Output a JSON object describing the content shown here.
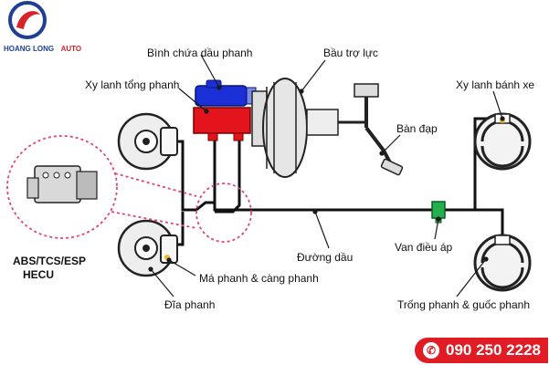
{
  "brand": {
    "name_part1": "HOANG LONG",
    "name_part2": "AUTO",
    "colors": {
      "blue": "#1f3f95",
      "red": "#d8232a"
    }
  },
  "labels": {
    "reservoir": "Bình chứa dầu phanh",
    "booster": "Bầu trợ lực",
    "master_cylinder": "Xy lanh tổng phanh",
    "wheel_cylinder": "Xy lanh bánh xe",
    "pedal": "Bàn đạp",
    "abs_unit_line1": "ABS/TCS/ESP",
    "abs_unit_line2": "HECU",
    "brake_line": "Đường dầu",
    "valve": "Van điều áp",
    "caliper": "Má phanh & càng phanh",
    "disc": "Đĩa phanh",
    "drum": "Trống phanh & guốc phanh"
  },
  "hotline": {
    "icon": "phone-icon",
    "number": "090 250 2228",
    "color": "#e11c24"
  },
  "colors": {
    "line": "#111111",
    "master_cylinder": "#e3141b",
    "reservoir": "#1a2fd6",
    "valve": "#22b14c",
    "callout_dots": "#e0457b",
    "pointer": "#1a1a1a"
  }
}
